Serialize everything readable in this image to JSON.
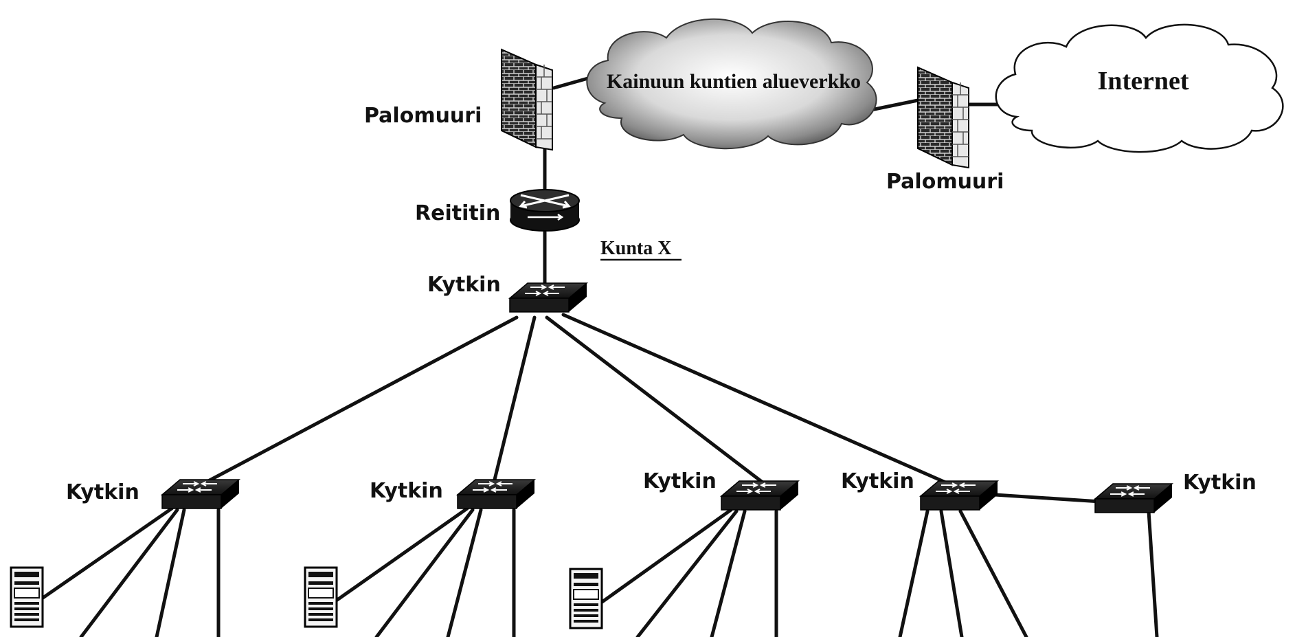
{
  "clouds": {
    "regional": "Kainuun kuntien alueverkko",
    "internet": "Internet"
  },
  "labels": {
    "firewall_left": "Palomuuri",
    "firewall_right": "Palomuuri",
    "router": "Reititin",
    "site": "Kunta X",
    "core_switch": "Kytkin",
    "switch_1": "Kytkin",
    "switch_2": "Kytkin",
    "switch_3": "Kytkin",
    "switch_4": "Kytkin",
    "switch_5": "Kytkin"
  }
}
